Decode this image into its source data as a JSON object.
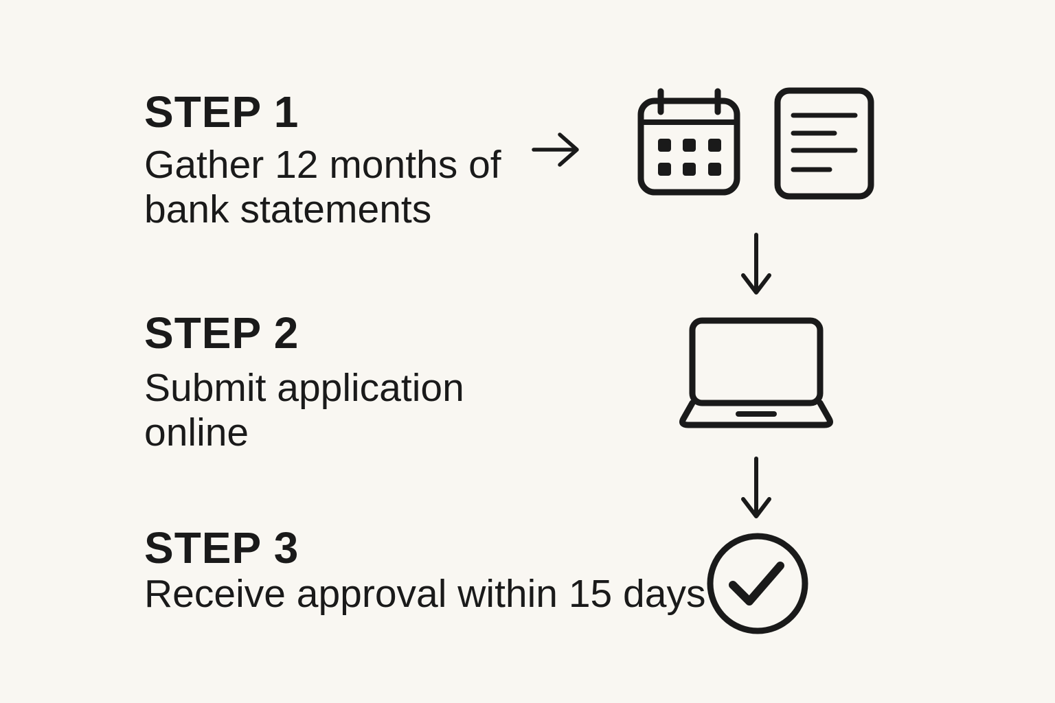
{
  "colors": {
    "background": "#f9f7f2",
    "ink": "#1a1a1a"
  },
  "steps": [
    {
      "label": "STEP 1",
      "lines": [
        "Gather 12 months of",
        "bank statements"
      ]
    },
    {
      "label": "STEP 2",
      "lines": [
        "Submit application",
        "online"
      ]
    },
    {
      "label": "STEP 3",
      "lines": [
        "Receive approval within 15 days"
      ]
    }
  ],
  "icon_names": [
    "arrow-right-icon",
    "calendar-icon",
    "document-icon",
    "arrow-down-icon",
    "laptop-icon",
    "arrow-down-icon",
    "check-circle-icon"
  ]
}
